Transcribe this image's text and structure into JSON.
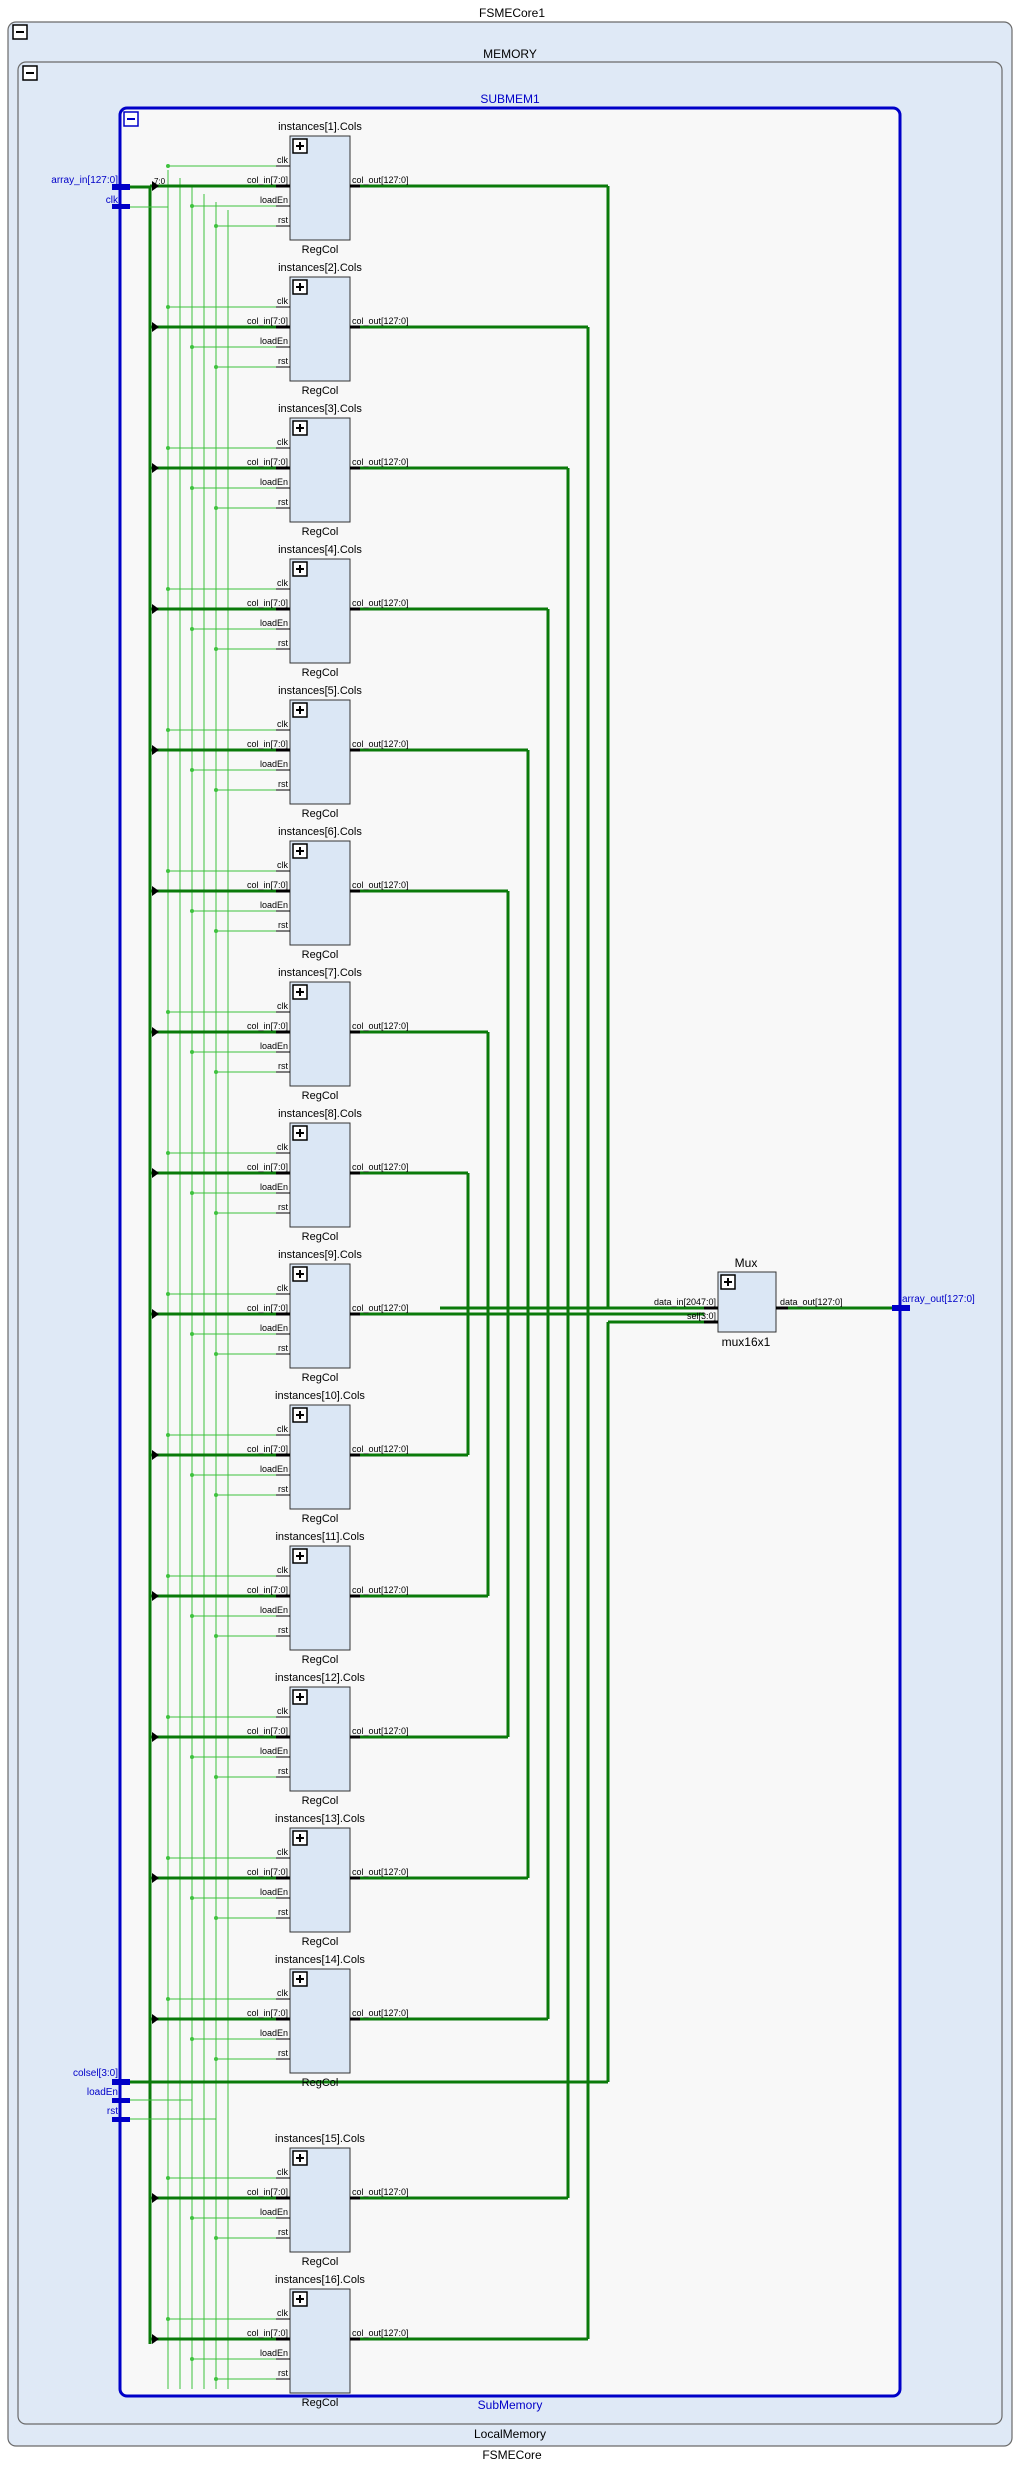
{
  "top": {
    "name": "FSMECore1",
    "type_label": "FSMECore"
  },
  "memory": {
    "name": "MEMORY",
    "type_label": "LocalMemory"
  },
  "submem": {
    "name": "SUBMEM1",
    "type_label": "SubMemory"
  },
  "ports_in": {
    "array_in": "array_in[127:0]",
    "clk": "clk",
    "colsel": "colsel[3:0]",
    "loadEn": "loadEn",
    "rst": "rst"
  },
  "port_out": "array_out[127:0]",
  "bus_slice": "7:0",
  "regcol": {
    "type": "RegCol",
    "ports": [
      "clk",
      "col_in[7:0]",
      "loadEn",
      "rst"
    ],
    "out": "col_out[127:0]"
  },
  "instances": [
    "instances[1].Cols",
    "instances[2].Cols",
    "instances[3].Cols",
    "instances[4].Cols",
    "instances[5].Cols",
    "instances[6].Cols",
    "instances[7].Cols",
    "instances[8].Cols",
    "instances[9].Cols",
    "instances[10].Cols",
    "instances[11].Cols",
    "instances[12].Cols",
    "instances[13].Cols",
    "instances[14].Cols",
    "instances[15].Cols",
    "instances[16].Cols"
  ],
  "mux": {
    "name": "Mux",
    "type": "mux16x1",
    "in_data": "data_in[2047:0]",
    "in_sel": "sel[3:0]",
    "out": "data_out[127:0]"
  },
  "colors": {
    "container_fill": "#dfe9f6",
    "container_stroke": "#6a6a6a",
    "submem_fill": "#f8f8f8",
    "submem_stroke": "#0000c8",
    "block_fill": "#dbe7f5",
    "wire_thin": "#3ec23e",
    "wire_bus": "#0a7a0a",
    "port_label": "#0000c8"
  }
}
